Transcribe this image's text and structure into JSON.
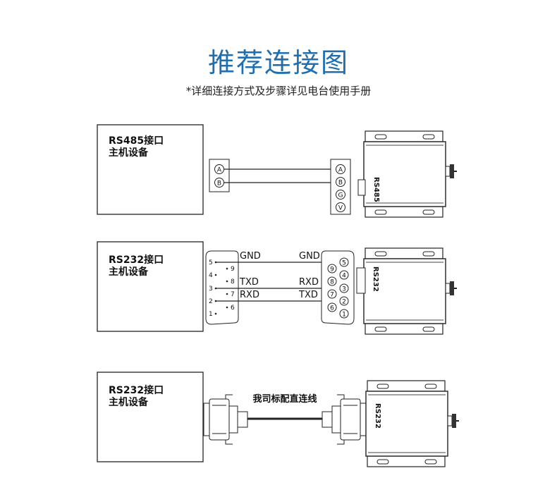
{
  "title": "推荐连接图",
  "subtitle": "*详细连接方式及步骤详见电台使用手册",
  "colors": {
    "title": "#1f6fb0",
    "line": "#111111",
    "background": "#ffffff"
  },
  "section1": {
    "host_label_line1": "RS485接口",
    "host_label_line2": "主机设备",
    "left_terminals": [
      "A",
      "B"
    ],
    "right_terminals": [
      "A",
      "B",
      "G",
      "V"
    ],
    "device_port_label": "RS485"
  },
  "section2": {
    "host_label_line1": "RS232接口",
    "host_label_line2": "主机设备",
    "left_pins_outer": [
      "5",
      "4",
      "3",
      "2",
      "1"
    ],
    "left_pins_inner": [
      "9",
      "8",
      "7",
      "6"
    ],
    "right_pins_outer": [
      "5",
      "4",
      "3",
      "2",
      "1"
    ],
    "right_pins_inner": [
      "9",
      "8",
      "7",
      "6"
    ],
    "wire_gnd_left": "GND",
    "wire_gnd_right": "GND",
    "wire_txd_left": "TXD",
    "wire_rxd_right": "RXD",
    "wire_rxd_left": "RXD",
    "wire_txd_right": "TXD",
    "device_port_label": "RS232"
  },
  "section3": {
    "host_label_line1": "RS232接口",
    "host_label_line2": "主机设备",
    "cable_label": "我司标配直连线",
    "device_port_label": "RS232"
  }
}
